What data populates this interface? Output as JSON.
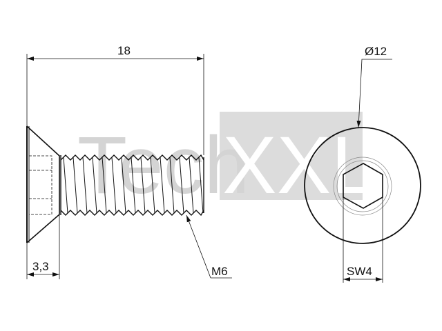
{
  "watermark": {
    "part1": "Tech",
    "part2": "XXL"
  },
  "dimensions": {
    "length": "18",
    "head_height": "3,3",
    "thread": "M6",
    "head_diameter": "Ø12",
    "socket_size": "SW4"
  },
  "colors": {
    "line": "#111111",
    "watermark_box": "#dcdcdc",
    "watermark_text": "#d4d4d4"
  }
}
